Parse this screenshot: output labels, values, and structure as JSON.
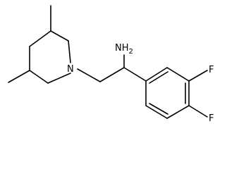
{
  "molecule": {
    "atoms": {
      "amine": "NH2",
      "ring_nitrogen": "N",
      "fluorine_meta": "F",
      "fluorine_para": "F"
    }
  },
  "colors": {
    "bond": "#000000",
    "background": "#ffffff"
  }
}
